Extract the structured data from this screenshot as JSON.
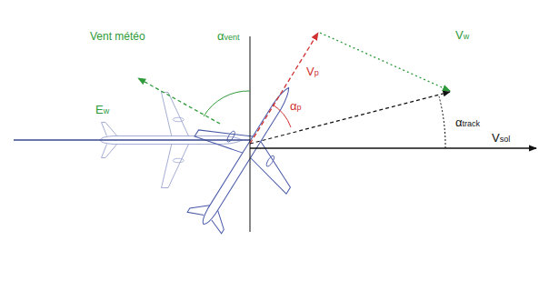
{
  "diagram": {
    "labels": [
      "Vent météo",
      "αvent",
      "Ew",
      "Vp",
      "αp",
      "Vw",
      "αtrack",
      "Vsol"
    ]
  }
}
